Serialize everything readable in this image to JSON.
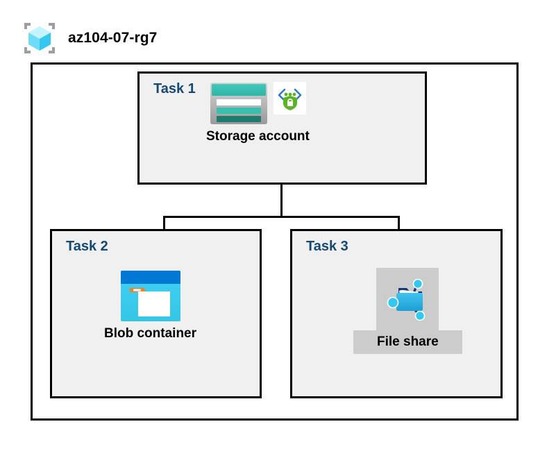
{
  "header": {
    "icon": "resource-group-icon",
    "title": "az104-07-rg7"
  },
  "diagram": {
    "type": "azure-architecture",
    "container_label": "az104-07-rg7",
    "groups": [
      {
        "id": "task-1",
        "label": "Task 1",
        "node": {
          "caption": "Storage account",
          "icons": [
            "storage-account-icon",
            "storage-security-icon"
          ],
          "selected": false
        }
      },
      {
        "id": "task-2",
        "label": "Task 2",
        "node": {
          "caption": "Blob container",
          "icons": [
            "blob-container-icon"
          ],
          "selected": false
        }
      },
      {
        "id": "task-3",
        "label": "Task 3",
        "node": {
          "caption": "File share",
          "icons": [
            "file-share-icon"
          ],
          "selected": true
        }
      }
    ],
    "connections": [
      {
        "from": "storage-account",
        "to": "blob-container"
      },
      {
        "from": "storage-account",
        "to": "file-share"
      }
    ],
    "colors": {
      "task_label": "#124a75",
      "box_border": "#000000",
      "task_fill": "#f0f0f0",
      "page_background": "#ffffff",
      "selection_highlight": "#cccccc",
      "storage_teal": "#37bfb0",
      "storage_teal_dark": "#1d7b70",
      "blob_blue": "#0078d4",
      "blob_cyan": "#32c8ef",
      "blob_tab_orange": "#f58025",
      "shield_green": "#5cb327",
      "chevron_blue": "#2e7dc0",
      "cube_cyan": "#50e6ff",
      "bracket_gray": "#9e9e9e"
    }
  }
}
